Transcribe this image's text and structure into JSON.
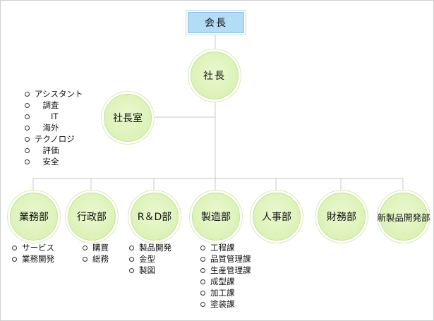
{
  "chairman": {
    "label": "会長"
  },
  "president": {
    "label": "社長"
  },
  "office": {
    "label": "社長室",
    "items": [
      "アシスタント",
      "　調査",
      "　　IT",
      "　海外",
      "テクノロジ",
      "　評価",
      "　安全"
    ]
  },
  "departments": [
    {
      "label": "業務部",
      "items": [
        "サービス",
        "業務開発"
      ]
    },
    {
      "label": "行政部",
      "items": [
        "購買",
        "総務"
      ]
    },
    {
      "label": "R＆D部",
      "items": [
        "製品開発",
        "金型",
        "製図"
      ]
    },
    {
      "label": "製造部",
      "items": [
        "工程課",
        "品質管理課",
        "生産管理課",
        "成型課",
        "加工課",
        "塗装課"
      ]
    },
    {
      "label": "人事部",
      "items": []
    },
    {
      "label": "財務部",
      "items": []
    },
    {
      "label": "新製品開発部",
      "items": []
    }
  ],
  "colors": {
    "chairman_fill": "#b3dcf6",
    "node_fill": "#def3bb",
    "connector": "#c8c8c8"
  }
}
